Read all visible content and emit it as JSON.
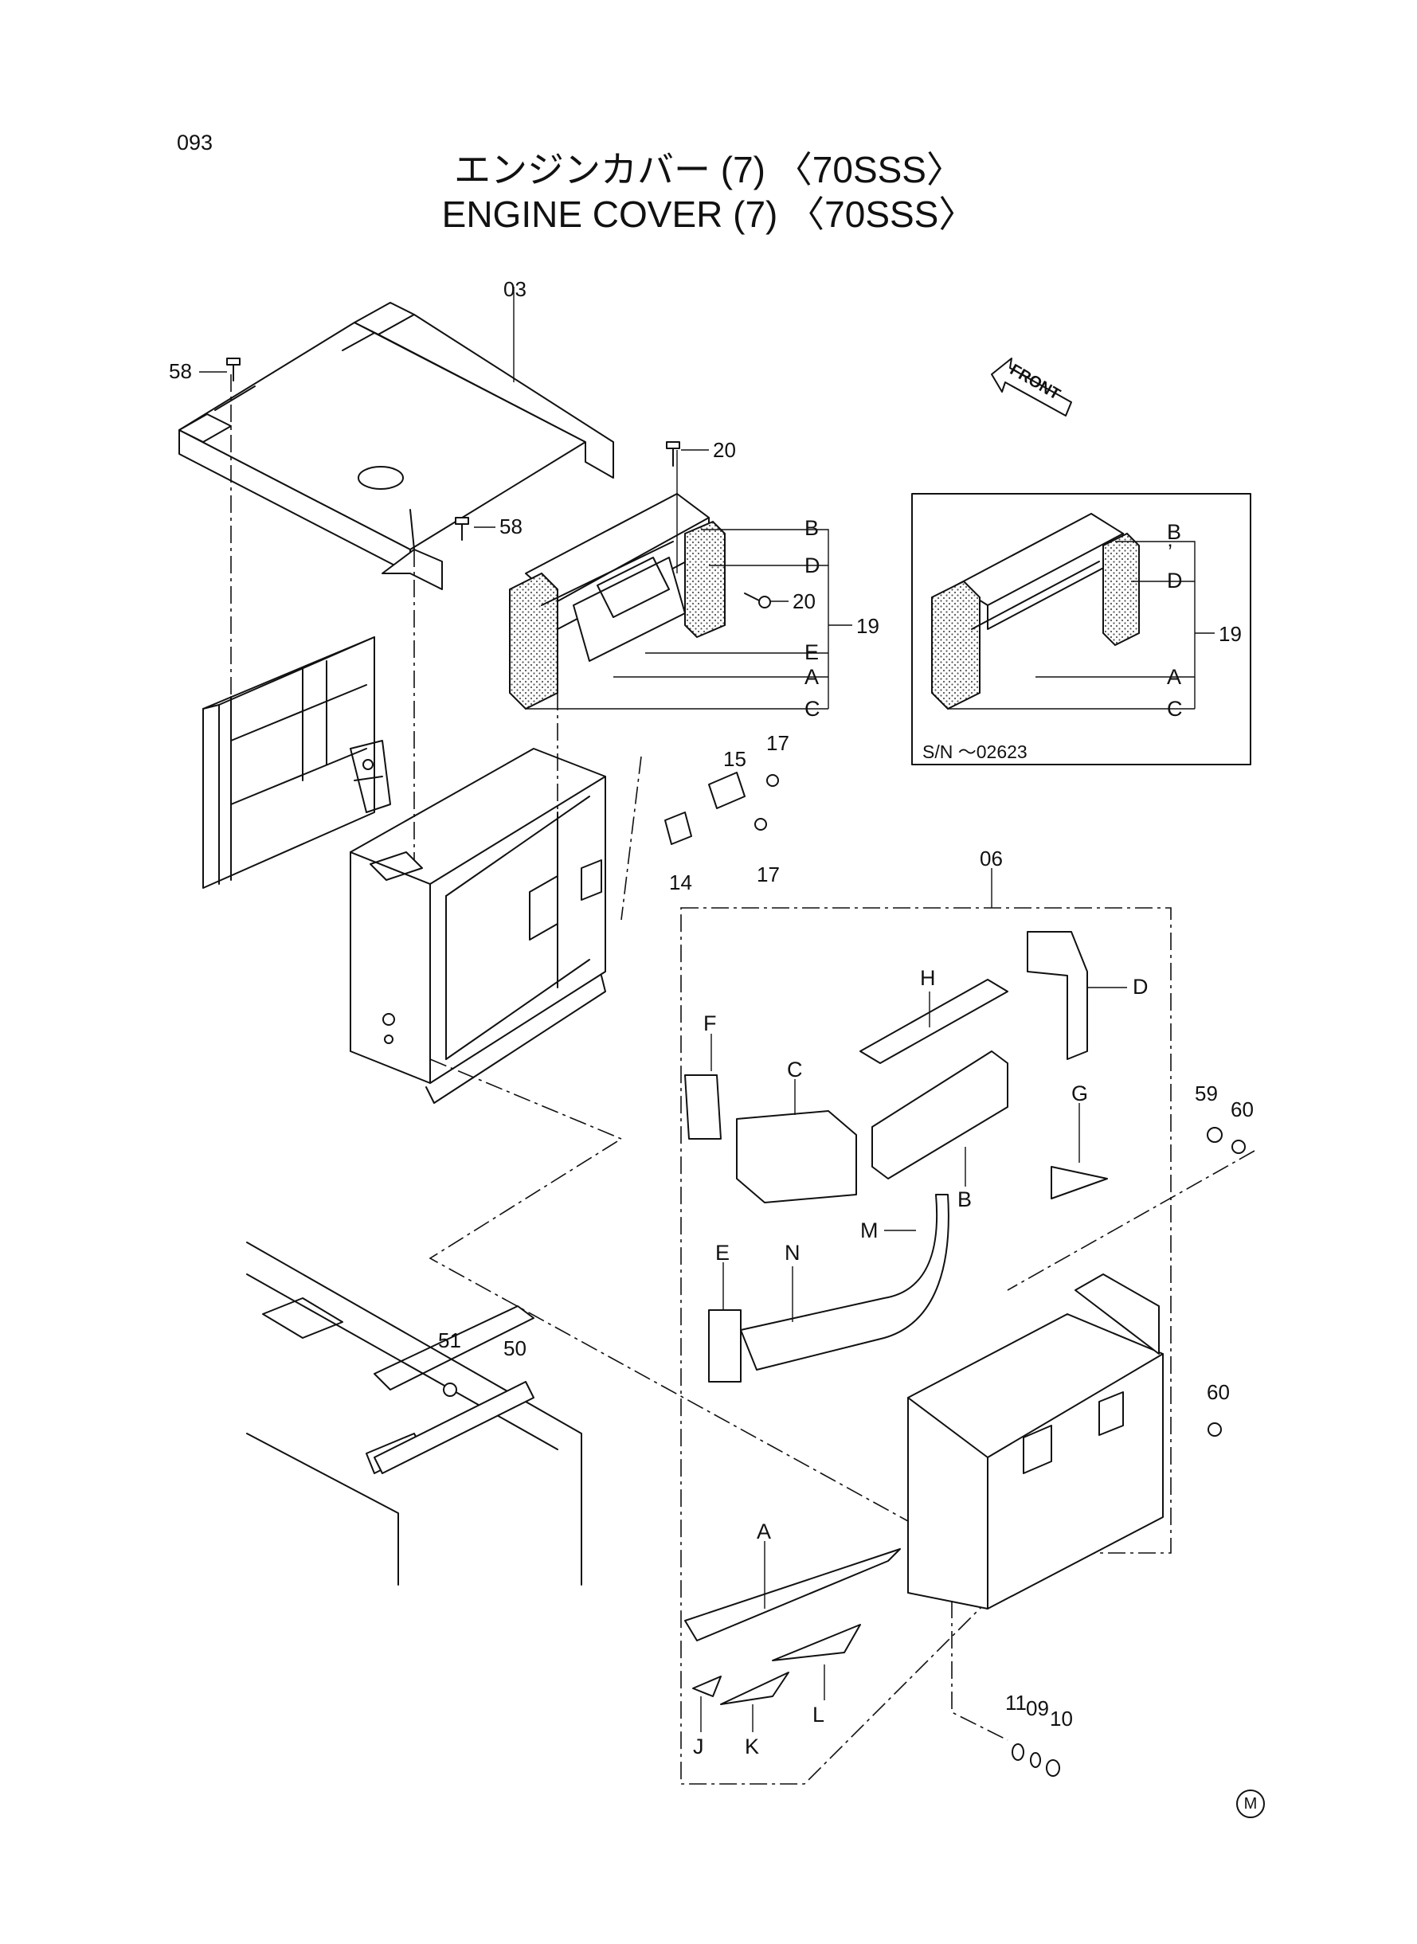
{
  "page_number": "093",
  "title_jp": "エンジンカバー (7) 〈70SSS〉",
  "title_en": "ENGINE COVER (7) 〈70SSS〉",
  "inset_note": "S/N ～02623",
  "front_label": "FRONT",
  "marker": "M",
  "part_numbers": [
    "03",
    "58",
    "58",
    "20",
    "20",
    "19",
    "19",
    "15",
    "17",
    "17",
    "14",
    "06",
    "59",
    "60",
    "60",
    "51",
    "50",
    "11",
    "09",
    "10"
  ],
  "component_letters": [
    "B",
    "D",
    "E",
    "A",
    "C",
    "B",
    "D",
    "A",
    "C",
    "H",
    "D",
    "F",
    "C",
    "G",
    "B",
    "E",
    "N",
    "M",
    "A",
    "L",
    "J",
    "K"
  ],
  "inset_prime_mark": "’"
}
